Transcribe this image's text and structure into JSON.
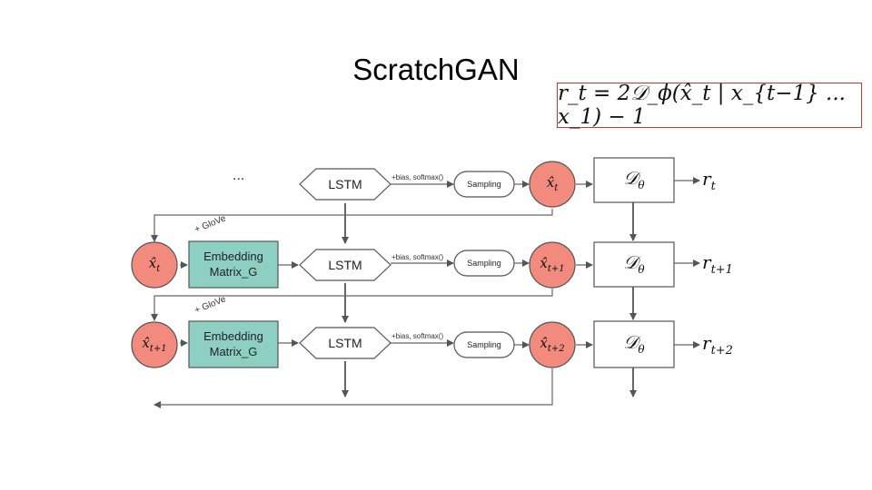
{
  "title": "ScratchGAN",
  "formula": "r_t = 2𝒟_ϕ(x̂_t | x_{t−1} ... x_1) − 1",
  "ellipsis": "...",
  "lstm_label": "LSTM",
  "bias_label": "+bias, softmax()",
  "sampling_label": "Sampling",
  "embedding_label_line1": "Embedding",
  "embedding_label_line2": "Matrix_G",
  "glove_label": "+ GloVe",
  "discriminator_symbol": "𝒟",
  "discriminator_subscript": "θ",
  "rows": [
    {
      "sample_symbol": "x̂",
      "sample_sub": "t",
      "reward_sub": "t"
    },
    {
      "input_symbol": "x̂",
      "input_sub": "t",
      "sample_symbol": "x̂",
      "sample_sub": "t+1",
      "reward_sub": "t+1"
    },
    {
      "input_symbol": "x̂",
      "input_sub": "t+1",
      "sample_symbol": "x̂",
      "sample_sub": "t+2",
      "reward_sub": "t+2"
    }
  ],
  "reward_symbol": "r",
  "colors": {
    "node_fill": "#f28b7e",
    "embedding_fill": "#8ecfc4",
    "line": "#666666",
    "formula_border": "#c0392b"
  }
}
